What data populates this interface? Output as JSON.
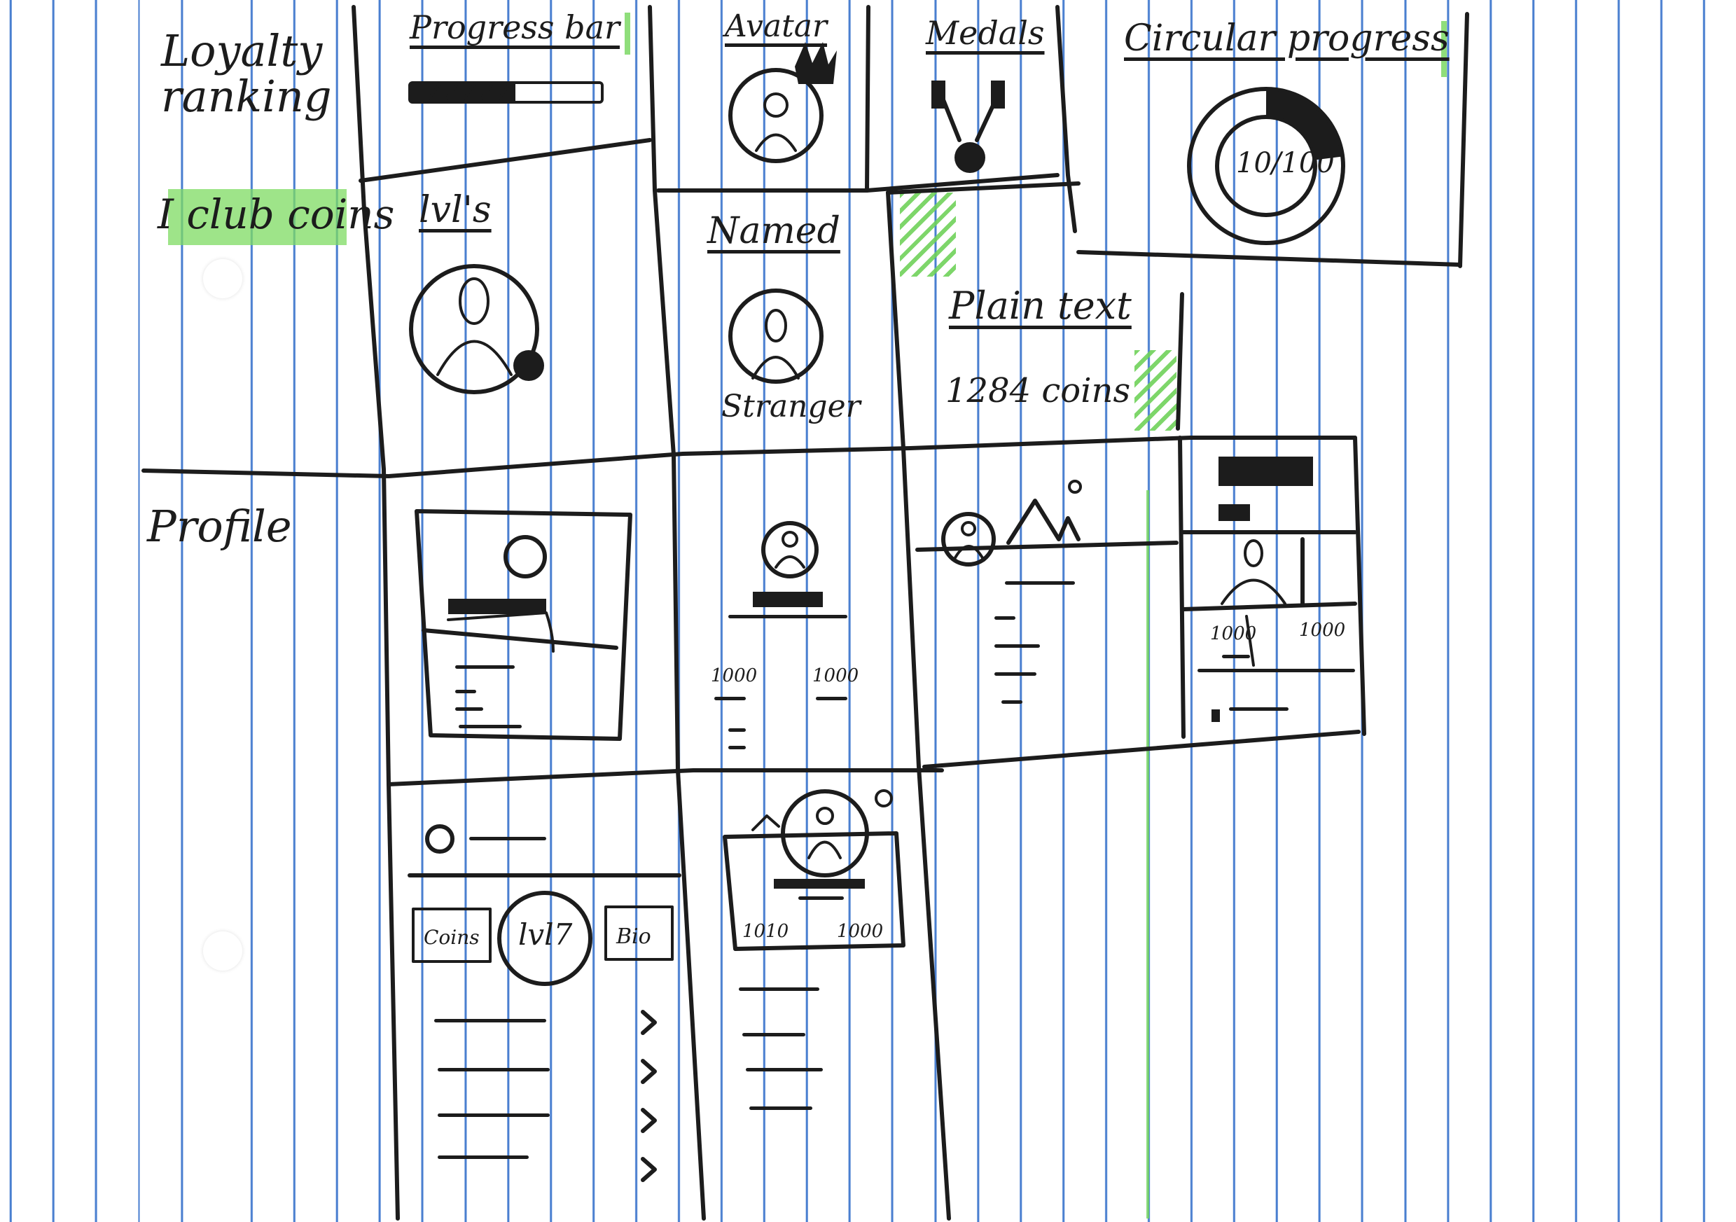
{
  "sidebar": {
    "loyalty_ranking": "Loyalty ranking",
    "club_coins": "I club coins",
    "profile": "Profile"
  },
  "cards": {
    "progress_bar": {
      "title": "Progress bar",
      "fill_fraction": 0.55
    },
    "avatar": {
      "title": "Avatar"
    },
    "medals": {
      "title": "Medals"
    },
    "circular_progress": {
      "title": "Circular progress",
      "value": "10/100",
      "fraction": 0.1
    },
    "lvls": {
      "title": "lvl's"
    },
    "named": {
      "title": "Named",
      "caption": "Stranger"
    },
    "plain_text": {
      "title": "Plain text",
      "text": "1284 coins"
    }
  },
  "profile": {
    "card2_stats": [
      "1000",
      "1000"
    ],
    "card4_stats": [
      "1000",
      "1000"
    ],
    "card5": {
      "left": "Coins",
      "center": "lvl7",
      "right": "Bio"
    },
    "card6_stats": [
      "1010",
      "1000"
    ]
  },
  "colors": {
    "ink": "#1c1c1c",
    "highlight": "#7edb62",
    "rule": "#4a7fd0"
  }
}
